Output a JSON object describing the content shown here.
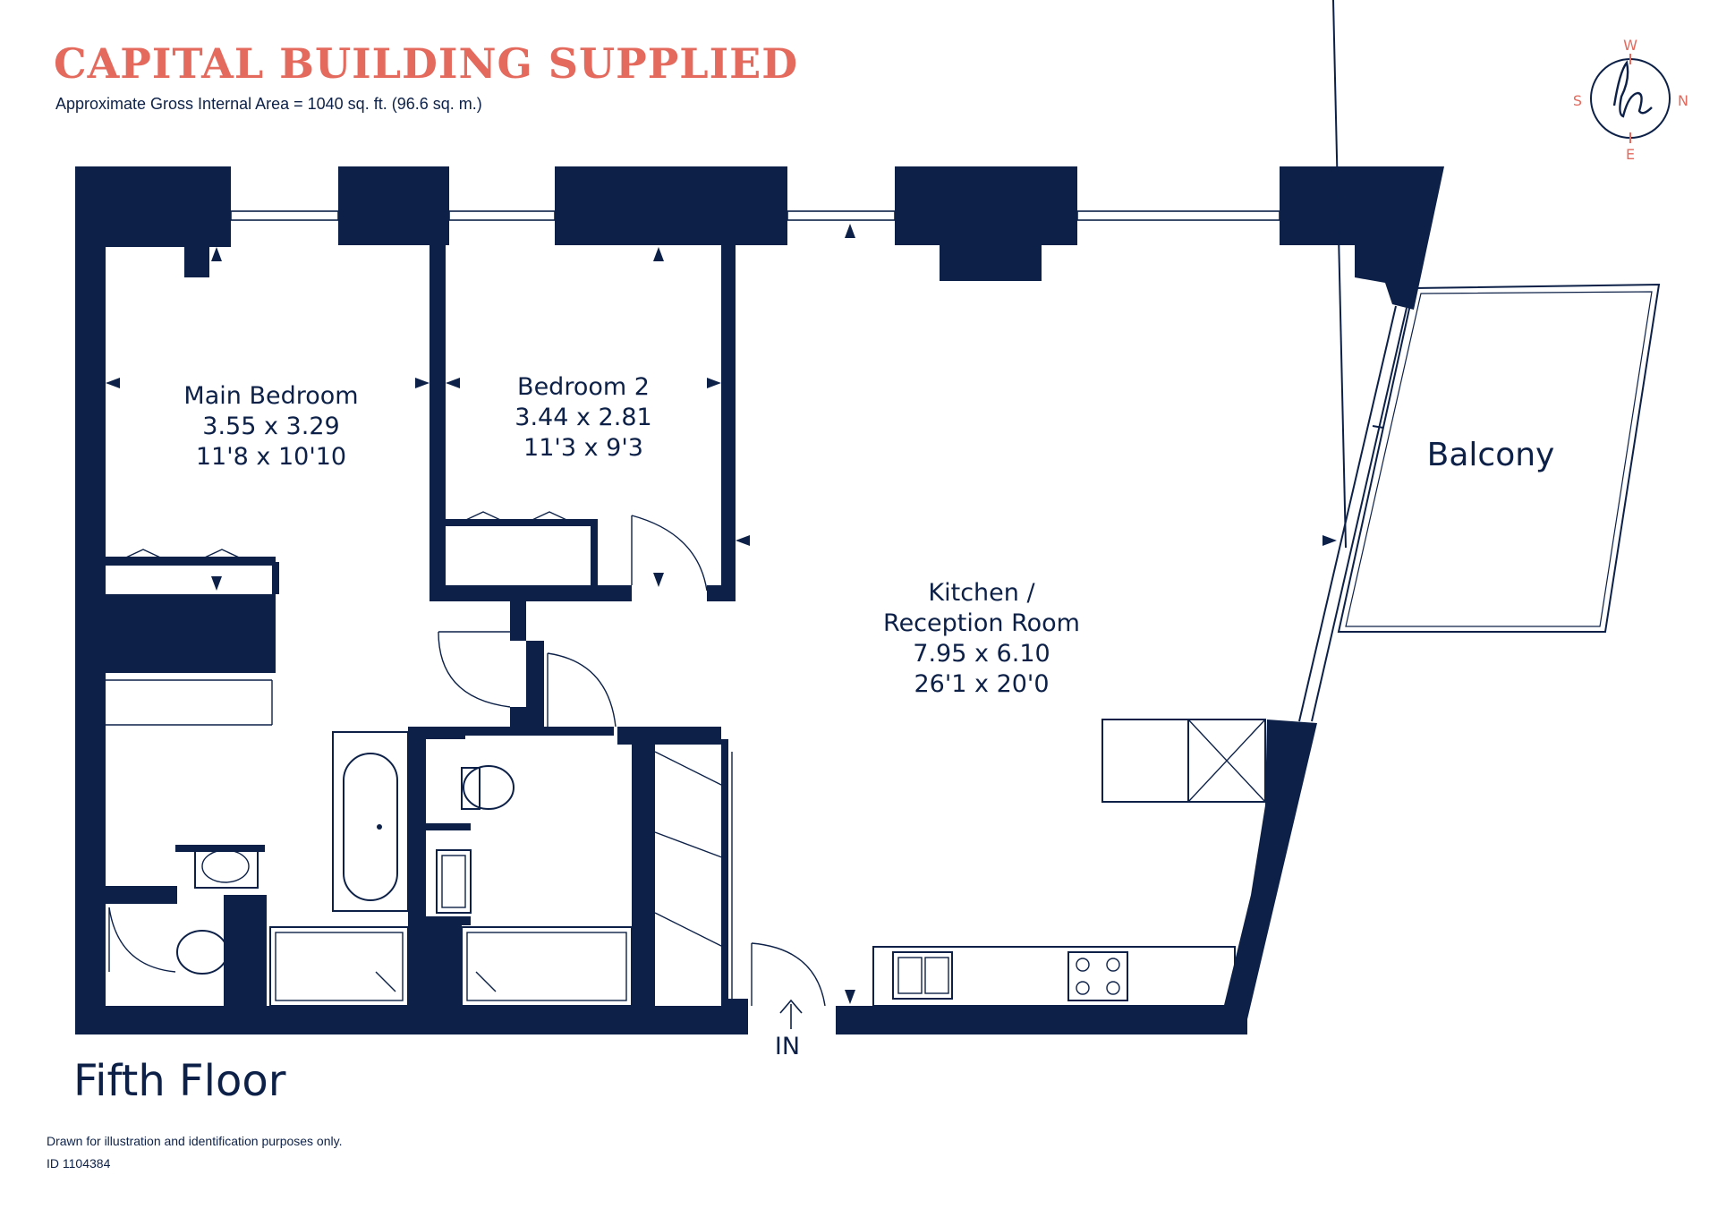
{
  "header": {
    "title": "CAPITAL BUILDING SUPPLIED",
    "subtitle": "Approximate Gross Internal Area = 1040 sq. ft. (96.6 sq. m.)"
  },
  "compass": {
    "top": "W",
    "bottom": "E",
    "left": "S",
    "right": "N",
    "logo_letter": "h",
    "color": "#e46a5e"
  },
  "rooms": {
    "main_bedroom": {
      "name": "Main Bedroom",
      "metric": "3.55 x 3.29",
      "imperial": "11'8 x 10'10"
    },
    "bedroom_2": {
      "name": "Bedroom 2",
      "metric": "3.44 x 2.81",
      "imperial": "11'3 x 9'3"
    },
    "kitchen": {
      "name_line1": "Kitchen /",
      "name_line2": "Reception Room",
      "metric": "7.95 x 6.10",
      "imperial": "26'1 x 20'0"
    },
    "balcony": {
      "name": "Balcony"
    }
  },
  "entrance": {
    "label": "IN"
  },
  "floor": {
    "label": "Fifth Floor"
  },
  "footer": {
    "disclaimer": "Drawn for illustration and identification purposes only.",
    "id": "ID 1104384"
  },
  "colors": {
    "wall": "#0d2148",
    "accent": "#e46a5e",
    "background": "#ffffff"
  }
}
